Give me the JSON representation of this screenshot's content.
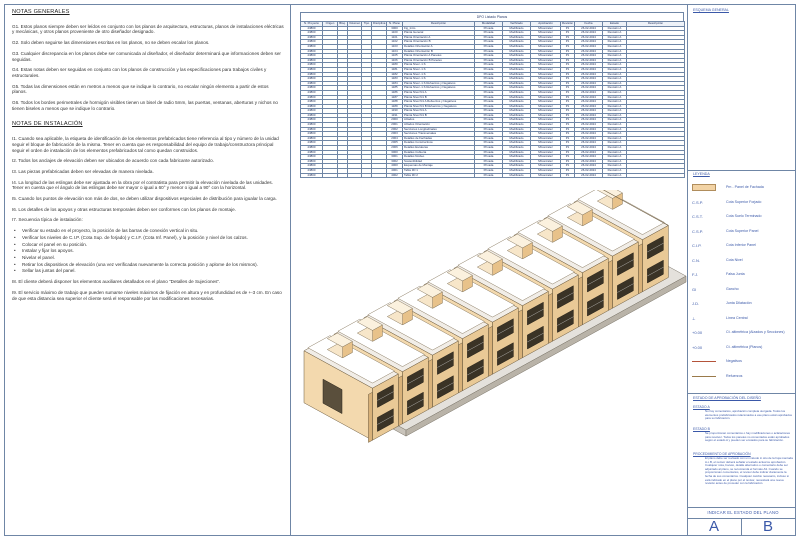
{
  "notes": {
    "general_title": "NOTAS GENERALES",
    "general": [
      "G1. Estos planos siempre deben ser leídos en conjunto con los planos de arquitectura, estructuras, planos de instalaciones eléctricas y mecánicas, y otros planos proveniente de otro diseñador designado.",
      "G2. Solo deben seguirse las dimensiones escritas en los planos, no se deben escalar los planos.",
      "G3. Cualquier discrepancia en los planos debe ser comunicada al diseñador, el diseñador determinará que informaciones deben ser seguidas.",
      "G4. Estas notas deben ser seguidas en conjunto con los planos de construcción y las especificaciones para trabajos civiles y estructurales.",
      "G5. Todas las dimensiones están en metros a menos que se indique lo contrario, no escalar ningún elemento a partir de estos planos.",
      "G6. Todos los bordes perimetrales de hormigón visibles tienen un bisel de radio 5mm, las puertas, ventanas, aberturas y nichos no tienen biseles a menos que se indique lo contrario."
    ],
    "install_title": "NOTAS DE INSTALACIÓN",
    "install": [
      "I1. Cuando sea aplicable, la etiqueta de identificación de los elementos prefabricados tiene referencia al tipo y número de la unidad seguir el bloque de fabricación de la misma. Tener en cuenta que es responsabilidad del equipo de trabajo/constructora principal seguir el orden de instalación de los elementos prefabricados tal como quedan construidos.",
      "I2. Todos los anclajes de elevación deben ser ubicados de acuerdo con cada fabricante autorizado.",
      "I3. Las piezas prefabricadas deben ser elevadas de manera nivelada.",
      "I4. La longitud de las eslingas debe ser ajustada en la obra por el contratista para permitir la elevación nivelada de las unidades. Tener en cuenta que el ángulo de las eslingas debe ser mayor o igual a 60° y menor o igual a 90° con la horizontal.",
      "I5. Cuando los puntos de elevación son más de dos, se deben utilizar dispositivos especiales de distribución para igualar la carga.",
      "I6. Los detalles de los apoyos y otras estructuras temporales deben ser conformes con los planos de montaje.",
      "I7. Secuencia típica de instalación:"
    ],
    "sequence": [
      "Verificar su estado en el proyecto, la posición de las barras de conexión vertical in situ.",
      "Verificar los niveles de C.I.P. (Cota Sup. de forjado) y C.I.F. (Cota Inf. Panel), y la posición y nivel de los calzos.",
      "Colocar el panel en su posición.",
      "Instalar y fijar los apoyos.",
      "Nivelar el panel.",
      "Retirar los dispositivos de elevación (una vez verificadas nuevamente la correcta posición y aplome de los mismos).",
      "Sellar las juntas del panel."
    ],
    "after": [
      "I8. El cliente deberá disponer los elementos auxiliares detallados en el plano \"Detalles de Sujeciones\".",
      "I9. El servicio máximo de trabajo que pueden sumarse niveles máximos de fijación en altura y en profundidad es de +-3 cm. En caso de que esta distancia sea superior el cliente será el responsable por las modificaciones necesarias."
    ]
  },
  "table": {
    "title": "DPO Listado Planos",
    "headers": [
      "N. Proyecto",
      "Origen",
      "Bloq.",
      "Volumen",
      "Tipo",
      "Disciplina",
      "N. Plano",
      "Descripción",
      "Modalidad",
      "Verificado",
      "Aprobación",
      "Revisión",
      "Fecha",
      "Estado",
      "Descripción"
    ],
    "rows": [
      [
        "23800",
        "",
        "",
        "",
        "",
        "",
        "3000",
        "Fig_Intro",
        "Privada",
        "Modificado",
        "MGonzalez",
        "P1",
        "26-02-2024",
        "Revisión A",
        ""
      ],
      [
        "23800",
        "",
        "",
        "",
        "",
        "",
        "1100",
        "Planta General",
        "Privada",
        "Modificado",
        "MGonzalez",
        "P1",
        "26-02-2024",
        "Revisión A",
        ""
      ],
      [
        "23800",
        "",
        "",
        "",
        "",
        "",
        "1101",
        "Planta Orientación A",
        "Privada",
        "Modificado",
        "MGonzalez",
        "P1",
        "26-02-2024",
        "Revisión A",
        ""
      ],
      [
        "23800",
        "",
        "",
        "",
        "",
        "",
        "1102",
        "Planta Orientación B",
        "Privada",
        "Modificado",
        "MGonzalez",
        "P1",
        "26-02-2024",
        "Revisión A",
        ""
      ],
      [
        "23800",
        "",
        "",
        "",
        "",
        "",
        "1103",
        "Detalles Orientación A",
        "Privada",
        "Modificado",
        "MGonzalez",
        "P1",
        "26-02-2024",
        "Revisión A",
        ""
      ],
      [
        "23800",
        "",
        "",
        "",
        "",
        "",
        "1104",
        "Detalles Orientación B",
        "Privada",
        "Modificado",
        "MGonzalez",
        "P1",
        "26-02-2024",
        "Revisión A",
        ""
      ],
      [
        "23800",
        "",
        "",
        "",
        "",
        "",
        "1105",
        "Planta Orientación A Paneles",
        "Privada",
        "Modificado",
        "MGonzalez",
        "P1",
        "26-02-2024",
        "Revisión A",
        ""
      ],
      [
        "23800",
        "",
        "",
        "",
        "",
        "",
        "1106",
        "Planta Orientación B Paneles",
        "Privada",
        "Modificado",
        "MGonzalez",
        "P1",
        "26-02-2024",
        "Revisión A",
        ""
      ],
      [
        "23800",
        "",
        "",
        "",
        "",
        "",
        "1180",
        "Planta Nivel -1.S",
        "Privada",
        "Modificado",
        "MGonzalez",
        "P1",
        "26-02-2024",
        "Revisión A",
        ""
      ],
      [
        "23800",
        "",
        "",
        "",
        "",
        "",
        "1181",
        "Planta Nivel -1.S",
        "Privada",
        "Modificado",
        "MGonzalez",
        "P1",
        "26-02-2024",
        "Revisión A",
        ""
      ],
      [
        "23800",
        "",
        "",
        "",
        "",
        "",
        "1182",
        "Planta Nivel -1.S",
        "Privada",
        "Modificado",
        "MGonzalez",
        "P1",
        "26-02-2024",
        "Revisión A",
        ""
      ],
      [
        "23800",
        "",
        "",
        "",
        "",
        "",
        "1183",
        "Planta Nivel -1.S",
        "Privada",
        "Modificado",
        "MGonzalez",
        "P1",
        "26-02-2024",
        "Revisión A",
        ""
      ],
      [
        "23800",
        "",
        "",
        "",
        "",
        "",
        "1184",
        "Planta Nivel -1.S Refuerzos y Negativos",
        "Privada",
        "Modificado",
        "MGonzalez",
        "P1",
        "26-02-2024",
        "Revisión A",
        ""
      ],
      [
        "23800",
        "",
        "",
        "",
        "",
        "",
        "1185",
        "Planta Nivel -1.S Refuerzos y Negativos",
        "Privada",
        "Modificado",
        "MGonzalez",
        "P1",
        "26-02-2024",
        "Revisión A",
        ""
      ],
      [
        "23800",
        "",
        "",
        "",
        "",
        "",
        "1186",
        "Planta Nivel N1 A",
        "Privada",
        "Modificado",
        "MGonzalez",
        "P1",
        "26-02-2024",
        "Revisión A",
        ""
      ],
      [
        "23800",
        "",
        "",
        "",
        "",
        "",
        "1187",
        "Planta Nivel N1 B",
        "Privada",
        "Modificado",
        "MGonzalez",
        "P1",
        "26-02-2024",
        "Revisión A",
        ""
      ],
      [
        "23800",
        "",
        "",
        "",
        "",
        "",
        "1188",
        "Planta Nivel N1 A Refuerzos y Negativos",
        "Privada",
        "Modificado",
        "MGonzalez",
        "P1",
        "26-02-2024",
        "Revisión A",
        ""
      ],
      [
        "23800",
        "",
        "",
        "",
        "",
        "",
        "1189",
        "Planta Nivel N1 B Refuerzos y Negativos",
        "Privada",
        "Modificado",
        "MGonzalez",
        "P1",
        "26-02-2024",
        "Revisión A",
        ""
      ],
      [
        "23800",
        "",
        "",
        "",
        "",
        "",
        "1190",
        "Planta Nivel N1 A",
        "Privada",
        "Modificado",
        "MGonzalez",
        "P1",
        "26-02-2024",
        "Revisión A",
        ""
      ],
      [
        "23800",
        "",
        "",
        "",
        "",
        "",
        "1191",
        "Planta Nivel N1 B",
        "Privada",
        "Modificado",
        "MGonzalez",
        "P1",
        "26-02-2024",
        "Revisión A",
        ""
      ],
      [
        "23800",
        "",
        "",
        "",
        "",
        "",
        "2000",
        "Alzados",
        "Privada",
        "Modificado",
        "MGonzalez",
        "P1",
        "26-02-2024",
        "Revisión A",
        ""
      ],
      [
        "23800",
        "",
        "",
        "",
        "",
        "",
        "2001",
        "Alzados Orientación",
        "Privada",
        "Modificado",
        "MGonzalez",
        "P1",
        "26-02-2024",
        "Revisión A",
        ""
      ],
      [
        "23800",
        "",
        "",
        "",
        "",
        "",
        "2002",
        "Secciones Longitudinales",
        "Privada",
        "Modificado",
        "MGonzalez",
        "P1",
        "26-02-2024",
        "Revisión A",
        ""
      ],
      [
        "23800",
        "",
        "",
        "",
        "",
        "",
        "2003",
        "Secciones Transversales",
        "Privada",
        "Modificado",
        "MGonzalez",
        "P1",
        "26-02-2024",
        "Revisión A",
        ""
      ],
      [
        "23800",
        "",
        "",
        "",
        "",
        "",
        "2004",
        "Detalles de Fachadas",
        "Privada",
        "Modificado",
        "MGonzalez",
        "P1",
        "26-02-2024",
        "Revisión A",
        ""
      ],
      [
        "23800",
        "",
        "",
        "",
        "",
        "",
        "2005",
        "Detalles Constructivos",
        "Privada",
        "Modificado",
        "MGonzalez",
        "P1",
        "26-02-2024",
        "Revisión A",
        ""
      ],
      [
        "23800",
        "",
        "",
        "",
        "",
        "",
        "2006",
        "Detalles Escaleras",
        "Privada",
        "Modificado",
        "MGonzalez",
        "P1",
        "26-02-2024",
        "Revisión A",
        ""
      ],
      [
        "23800",
        "",
        "",
        "",
        "",
        "",
        "3000",
        "Detalles Cubierta",
        "Privada",
        "Modificado",
        "MGonzalez",
        "P1",
        "26-02-2024",
        "Revisión A",
        ""
      ],
      [
        "23800",
        "",
        "",
        "",
        "",
        "",
        "3001",
        "Detalles Núcleo",
        "Privada",
        "Modificado",
        "MGonzalez",
        "P1",
        "26-02-2024",
        "Revisión A",
        ""
      ],
      [
        "23800",
        "",
        "",
        "",
        "",
        "",
        "3002",
        "Sostenibilidad",
        "Privada",
        "Modificado",
        "MGonzalez",
        "P1",
        "26-02-2024",
        "Revisión A",
        ""
      ],
      [
        "23800",
        "",
        "",
        "",
        "",
        "",
        "4000",
        "Esquemas de Montaje",
        "Privada",
        "Modificado",
        "MGonzalez",
        "P1",
        "26-02-2024",
        "Revisión A",
        ""
      ],
      [
        "23800",
        "",
        "",
        "",
        "",
        "",
        "4001",
        "Tabla 3D 1",
        "Privada",
        "Modificado",
        "MGonzalez",
        "P1",
        "26-02-2024",
        "Revisión A",
        ""
      ],
      [
        "23800",
        "",
        "",
        "",
        "",
        "",
        "4002",
        "Tabla 3D 2",
        "Privada",
        "Modificado",
        "MGonzalez",
        "P1",
        "26-02-2024",
        "Revisión A",
        ""
      ]
    ]
  },
  "panel": {
    "top_label": "ESQUEMA GENERAL",
    "legend_title": "LEYENDA",
    "legend": [
      {
        "sym": "",
        "style": "fill",
        "label": "Pm - Panel de Fachada"
      },
      {
        "sym": "C.S.P.",
        "style": "text",
        "label": "Cota Superior Forjado"
      },
      {
        "sym": "C.S.T.",
        "style": "text",
        "label": "Cota Suelo Terminado"
      },
      {
        "sym": "C.S.P.",
        "style": "text",
        "label": "Cota Superior Panel"
      },
      {
        "sym": "C.I.P.",
        "style": "text",
        "label": "Cota Inferior Panel"
      },
      {
        "sym": "C.N.",
        "style": "text",
        "label": "Cota Nivel"
      },
      {
        "sym": "F.J.",
        "style": "text",
        "label": "Falsa Junta"
      },
      {
        "sym": "GI",
        "style": "text",
        "label": "Gancho"
      },
      {
        "sym": "J.D.",
        "style": "text",
        "label": "Junta Dilatación"
      },
      {
        "sym": "⊥",
        "style": "text",
        "label": "Línea Central"
      },
      {
        "sym": "+0.00",
        "style": "text",
        "label": "Ct. altimétrica (Alzados y Secciones)"
      },
      {
        "sym": "+0.00",
        "style": "text",
        "label": "Ct. altimétrica (Planos)"
      },
      {
        "sym": "",
        "style": "red",
        "label": "Negativos"
      },
      {
        "sym": "",
        "style": "brown",
        "label": "Refuerzos"
      }
    ],
    "estado_title": "ESTADO DE APROBACIÓN DEL DISEÑO",
    "estados": [
      {
        "name": "ESTADO A",
        "desc": "No hay comentarios, aprobación completa otorgada. Todos los elementos prefabricados relacionados a ese plano están aprobados para su fabricación."
      },
      {
        "name": "ESTADO B",
        "desc": "Se proporcionan comentarios o hay modificaciones o aclaraciones para resolver. Todos los paneles no comentados están aprobados según el estado A y pueden ser enviados para su fabricación."
      },
      {
        "name": "PROCEDIMIENTO DE APROBACIÓN",
        "desc": "El plano debe ser revisado con un método in situ de la hoja marcada A o B, el revisor deberá señalar el estado actual su aprobación. Cualquier nota, boceto, detalle alternativo o comentario debe ser adjuntado al plano, se recomienda el formato A3. Cuando se proporcionan comentarios, el revisor debe indicar claramente la fecha de sus comentarios. Cualquier cambio necesario, incluso si está indicado en el plano por el revisor, necesitará una nueva revisión antes de proceder con la fabricación."
      }
    ],
    "indicar": "INDICAR EL ESTADO DEL PLANO",
    "letter_a": "A",
    "letter_b": "B"
  }
}
